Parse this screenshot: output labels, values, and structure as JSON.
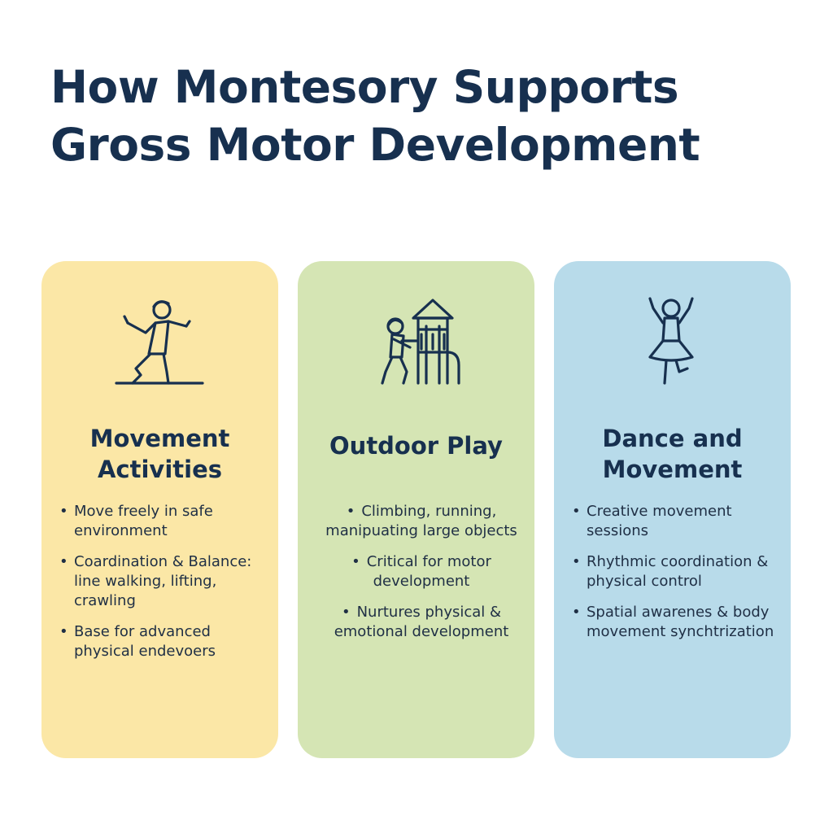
{
  "title": {
    "line1": "How Montesory Supports",
    "line2": "Gross Motor Development"
  },
  "cards": [
    {
      "icon": "dancing-child-icon",
      "color": "#fbe7a6",
      "title_line1": "Movement",
      "title_line2": "Activities",
      "bullets": [
        "Move freely in safe environment",
        "Coardination & Balance: line walking, lifting, crawling",
        "Base for advanced physical endevoers"
      ]
    },
    {
      "icon": "child-playground-icon",
      "color": "#d5e5b4",
      "title_line1": "Outdoor Play",
      "title_line2": "",
      "bullets": [
        "Climbing, running, manipuating large objects",
        "Critical for motor development",
        "Nurtures physical & emotional development"
      ]
    },
    {
      "icon": "dancing-girl-icon",
      "color": "#b8dbea",
      "title_line1": "Dance and",
      "title_line2": "Movement",
      "bullets": [
        "Creative movement sessions",
        "Rhythmic coordination & physical control",
        "Spatial awarenes & body movement synchtrization"
      ]
    }
  ]
}
